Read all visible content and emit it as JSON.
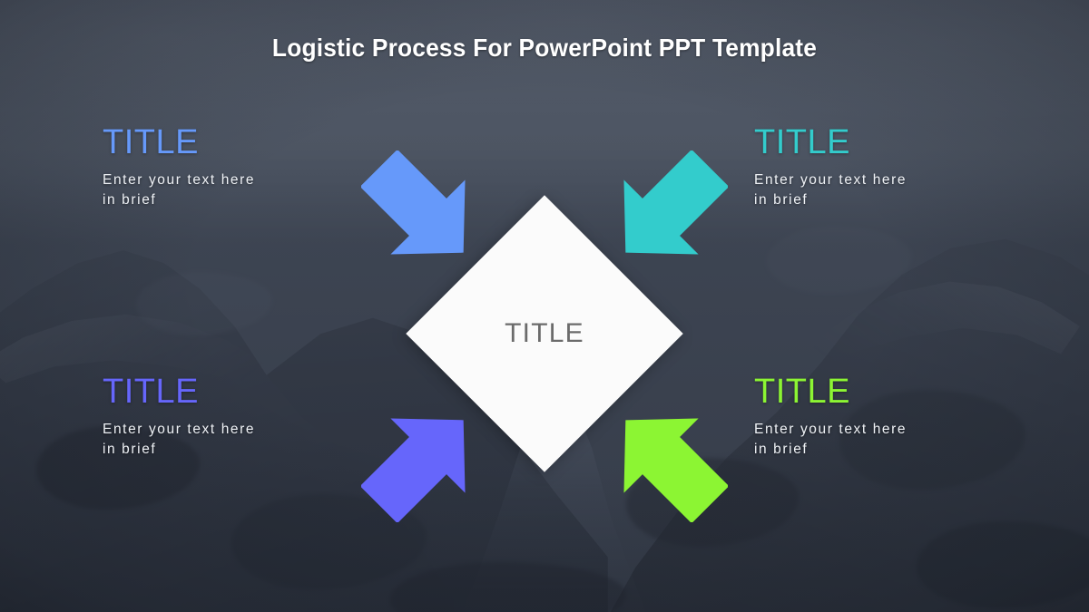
{
  "slide": {
    "title": "Logistic Process For PowerPoint PPT Template",
    "background_color": "#414755",
    "overlay_color": "#49505E"
  },
  "center": {
    "label": "TITLE",
    "shape": "diamond",
    "fill_color": "#FBFBFB",
    "text_color": "#6B6B6B"
  },
  "quadrants": [
    {
      "position": "top-left",
      "heading": "TITLE",
      "body": "Enter your text here in brief",
      "body_line1": "Enter your text here",
      "body_line2": "in brief",
      "color": "#6699FA",
      "arrow_direction": "down-right",
      "arrow_icon": "arrow-down-right-icon"
    },
    {
      "position": "top-right",
      "heading": "TITLE",
      "body": "Enter your text here in brief",
      "body_line1": "Enter your text here",
      "body_line2": "in brief",
      "color": "#33CCCC",
      "arrow_direction": "down-left",
      "arrow_icon": "arrow-down-left-icon"
    },
    {
      "position": "bottom-left",
      "heading": "TITLE",
      "body": "Enter your text here in brief",
      "body_line1": "Enter your text here",
      "body_line2": "in brief",
      "color": "#6666FB",
      "arrow_direction": "up-right",
      "arrow_icon": "arrow-up-right-icon"
    },
    {
      "position": "bottom-right",
      "heading": "TITLE",
      "body": "Enter your text here in brief",
      "body_line1": "Enter your text here",
      "body_line2": "in brief",
      "color": "#8CF533",
      "arrow_direction": "up-left",
      "arrow_icon": "arrow-up-left-icon"
    }
  ]
}
